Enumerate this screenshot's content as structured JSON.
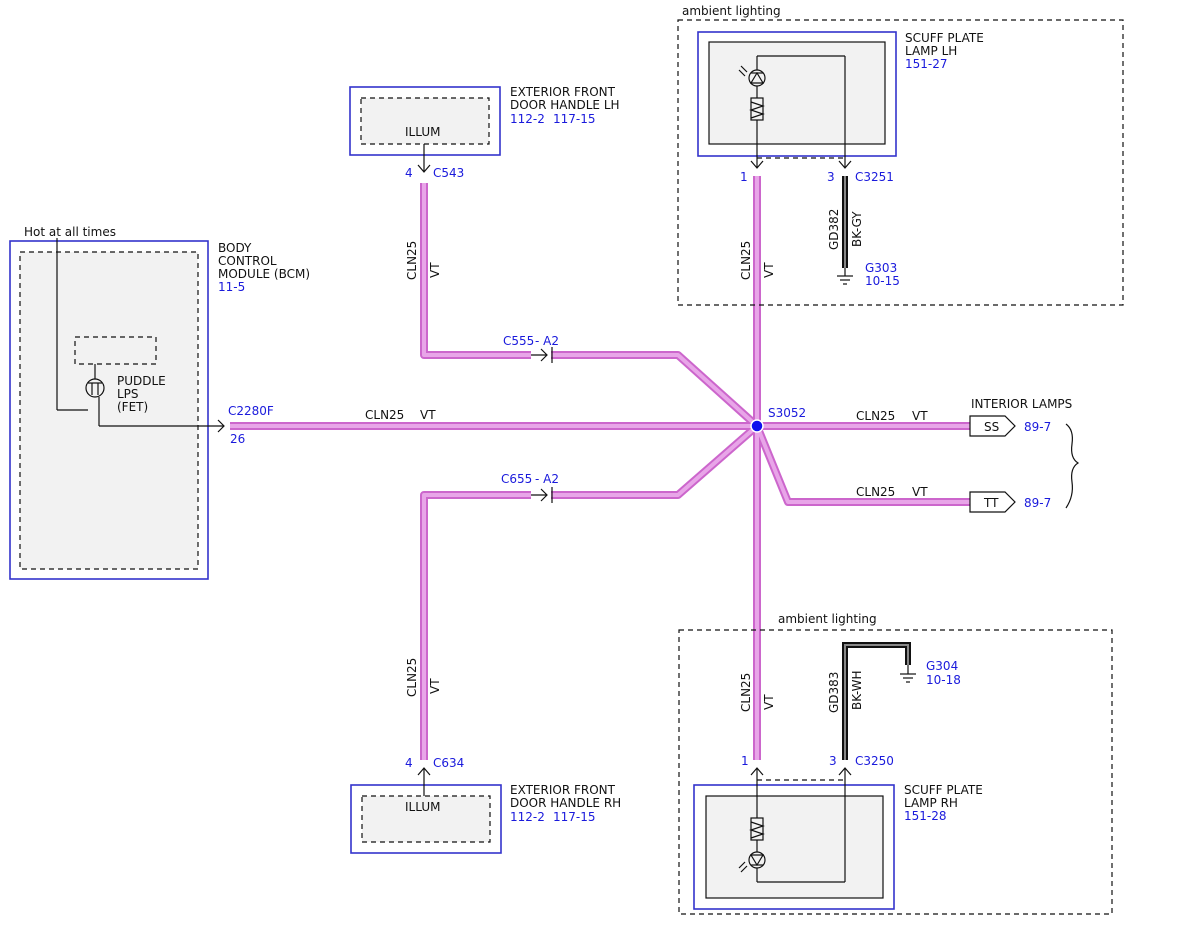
{
  "colors": {
    "wire": "#cc66cc",
    "module_border": "#3333cc",
    "ref_text": "#1a1adc",
    "ground_wire": "#111111"
  },
  "hot_label": "Hot at all times",
  "bcm": {
    "l1": "BODY",
    "l2": "CONTROL",
    "l3": "MODULE (BCM)",
    "ref": "11-5",
    "puddle1": "PUDDLE",
    "puddle2": "LPS",
    "puddle3": "(FET)",
    "connector": "C2280F",
    "pin": "26"
  },
  "door_lh": {
    "l1": "EXTERIOR FRONT",
    "l2": "DOOR HANDLE LH",
    "ref1": "112-2",
    "ref2": "117-15",
    "inner": "ILLUM",
    "pin": "4",
    "connector": "C543"
  },
  "door_rh": {
    "l1": "EXTERIOR FRONT",
    "l2": "DOOR HANDLE RH",
    "ref1": "112-2",
    "ref2": "117-15",
    "inner": "ILLUM",
    "pin": "4",
    "connector": "C634"
  },
  "ambient_top": {
    "label": "ambient lighting",
    "lamp_l1": "SCUFF PLATE",
    "lamp_l2": "LAMP LH",
    "lamp_ref": "151-27",
    "pin1": "1",
    "pin3": "3",
    "connector": "C3251",
    "gnd_circuit": "GD382",
    "gnd_color": "BK-GY",
    "ground": "G303",
    "ground_ref": "10-15"
  },
  "ambient_bottom": {
    "label": "ambient lighting",
    "lamp_l1": "SCUFF PLATE",
    "lamp_l2": "LAMP RH",
    "lamp_ref": "151-28",
    "pin1": "1",
    "pin3": "3",
    "connector": "C3250",
    "gnd_circuit": "GD383",
    "gnd_color": "BK-WH",
    "ground": "G304",
    "ground_ref": "10-18"
  },
  "circuits": {
    "circuit": "CLN25",
    "color": "VT"
  },
  "inline": {
    "c555": "C555",
    "c655": "C655",
    "a2": "- A2"
  },
  "splice": "S3052",
  "interior": {
    "title": "INTERIOR LAMPS",
    "ss": "SS",
    "tt": "TT",
    "ref": "89-7"
  }
}
